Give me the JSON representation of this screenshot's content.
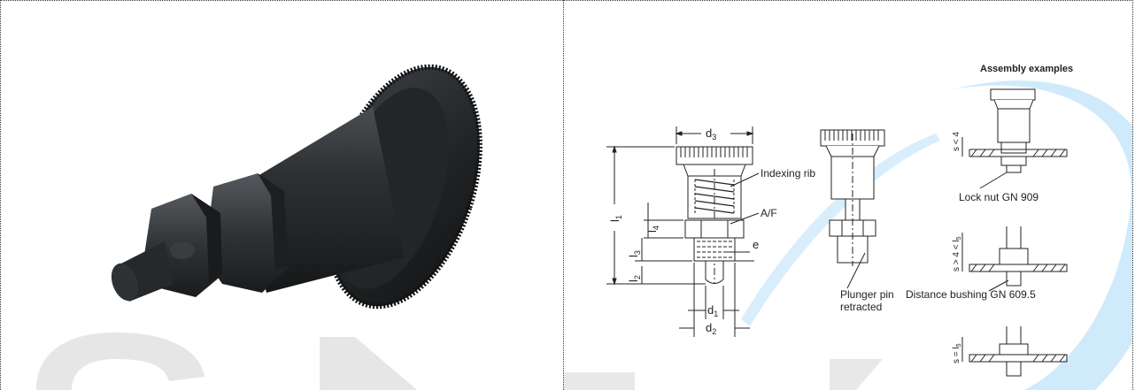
{
  "diagram": {
    "assembly_title": "Assembly examples",
    "labels": {
      "d3": "d",
      "d3_sub": "3",
      "l1": "l",
      "l1_sub": "1",
      "l4": "l",
      "l4_sub": "4",
      "l3": "l",
      "l3_sub": "3",
      "l2": "l",
      "l2_sub": "2",
      "d1": "d",
      "d1_sub": "1",
      "d2": "d",
      "d2_sub": "2",
      "e": "e",
      "indexing_rib": "Indexing rib",
      "af": "A/F",
      "plunger_pin_line1": "Plunger pin",
      "plunger_pin_line2": "retracted"
    },
    "examples": [
      {
        "dim": "s < 4",
        "caption": "Lock nut GN 909"
      },
      {
        "dim": "s > 4 < l",
        "dim_sub": "5",
        "caption": "Distance bushing GN 609.5"
      },
      {
        "dim": "s = l",
        "dim_sub": "5",
        "caption": ""
      }
    ]
  },
  "colors": {
    "watermark_blue": "#cfeafb",
    "watermark_gray": "#e6e6e6",
    "part_body": "#2a2d2f",
    "line": "#222222"
  }
}
